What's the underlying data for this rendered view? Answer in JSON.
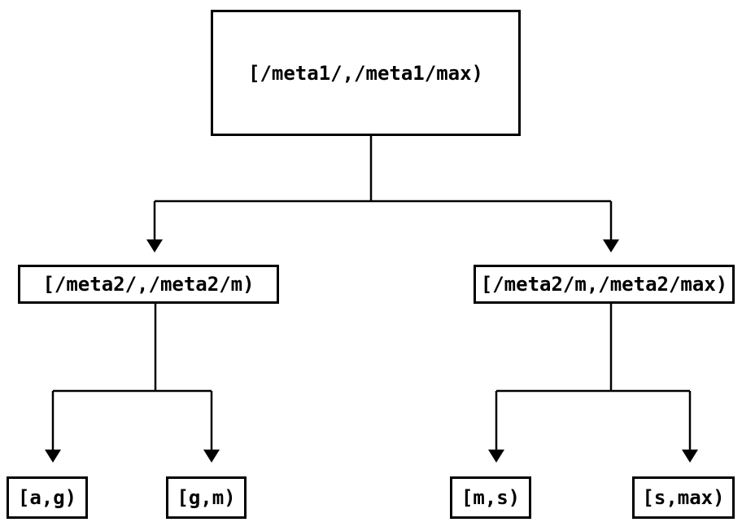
{
  "diagram": {
    "type": "tree",
    "background_color": "#ffffff",
    "line_color": "#000000",
    "text_color": "#000000",
    "nodes": {
      "root": {
        "label": "[/meta1/,/meta1/max)"
      },
      "left_child": {
        "label": "[/meta2/,/meta2/m)"
      },
      "right_child": {
        "label": "[/meta2/m,/meta2/max)"
      },
      "leaf_a_g": {
        "label": "[a,g)"
      },
      "leaf_g_m": {
        "label": "[g,m)"
      },
      "leaf_m_s": {
        "label": "[m,s)"
      },
      "leaf_s_max": {
        "label": "[s,max)"
      }
    },
    "edges": [
      {
        "from": "root",
        "to": "left_child"
      },
      {
        "from": "root",
        "to": "right_child"
      },
      {
        "from": "left_child",
        "to": "leaf_a_g"
      },
      {
        "from": "left_child",
        "to": "leaf_g_m"
      },
      {
        "from": "right_child",
        "to": "leaf_m_s"
      },
      {
        "from": "right_child",
        "to": "leaf_s_max"
      }
    ]
  }
}
